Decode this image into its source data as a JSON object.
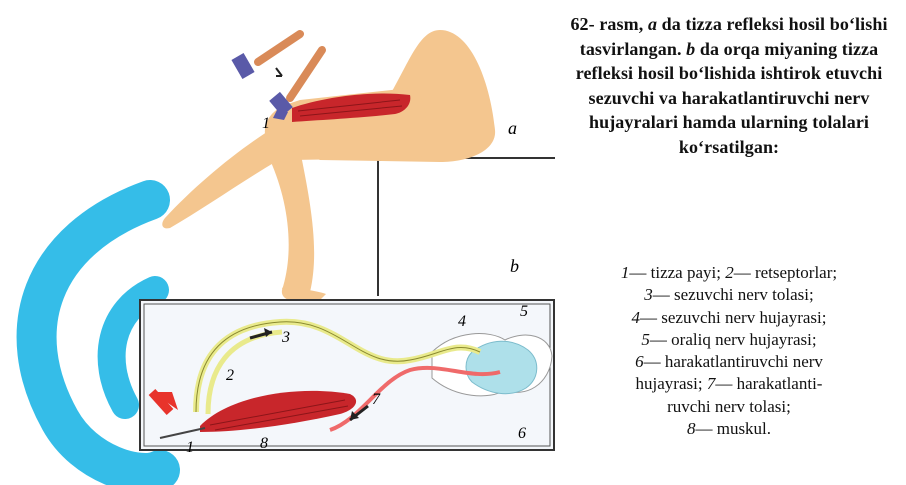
{
  "caption": {
    "figure_number": "62-",
    "figure_word": "rasm,",
    "part_a_letter": "a",
    "text_after_a": "da tizza refleksi hosil bo‘lishi tasvirlangan.",
    "part_b_letter": "b",
    "text_after_b": "da orqa miyaning tizza refleksi hosil bo‘lishida ishtirok etuvchi sezuvchi va harakatlantiruvchi nerv hujayralari hamda ularning tolalari ko‘rsatilgan:"
  },
  "legend": {
    "items": [
      {
        "num": "1",
        "text": "tizza payi;"
      },
      {
        "num": "2",
        "text": "retseptorlar;"
      },
      {
        "num": "3",
        "text": "sezuvchi nerv tolasi;"
      },
      {
        "num": "4",
        "text": "sezuvchi nerv hujayrasi;"
      },
      {
        "num": "5",
        "text": "oraliq nerv hujayrasi;"
      },
      {
        "num": "6",
        "text": "harakatlantiruvchi nerv hujayrasi;"
      },
      {
        "num": "7",
        "text": "harakatlanti-ruvchi nerv tolasi;"
      },
      {
        "num": "8",
        "text": "muskul."
      }
    ],
    "lines": [
      [
        "1",
        "— tizza payi; ",
        "2",
        "— retseptorlar;"
      ],
      [
        "3",
        "— sezuvchi nerv tolasi;"
      ],
      [
        "4",
        "— sezuvchi nerv hujayrasi;"
      ],
      [
        "5",
        "— oraliq nerv hujayrasi;"
      ],
      [
        "6",
        "— harakatlantiruvchi nerv"
      ],
      [
        "",
        "hujayrasi; ",
        "7",
        "— harakatlanti-"
      ],
      [
        "",
        "ruvchi nerv tolasi;"
      ],
      [
        "8",
        "— muskul."
      ]
    ]
  },
  "figure_labels": {
    "panel_a": "a",
    "panel_b": "b",
    "top_1": "1",
    "b_1": "1",
    "b_2": "2",
    "b_3": "3",
    "b_4": "4",
    "b_5": "5",
    "b_6": "6",
    "b_7": "7",
    "b_8": "8"
  },
  "colors": {
    "skin": "#f4c68f",
    "muscle": "#c8262b",
    "yellow_nerve": "#e9ea8c",
    "red_nerve": "#ef6a6a",
    "spinal_blue": "#aee0ea",
    "panel_bg": "#f4f7fb",
    "hammer_handle": "#d98a58",
    "hammer_head": "#5a5aa8",
    "watermark": "#1fb6e6"
  }
}
